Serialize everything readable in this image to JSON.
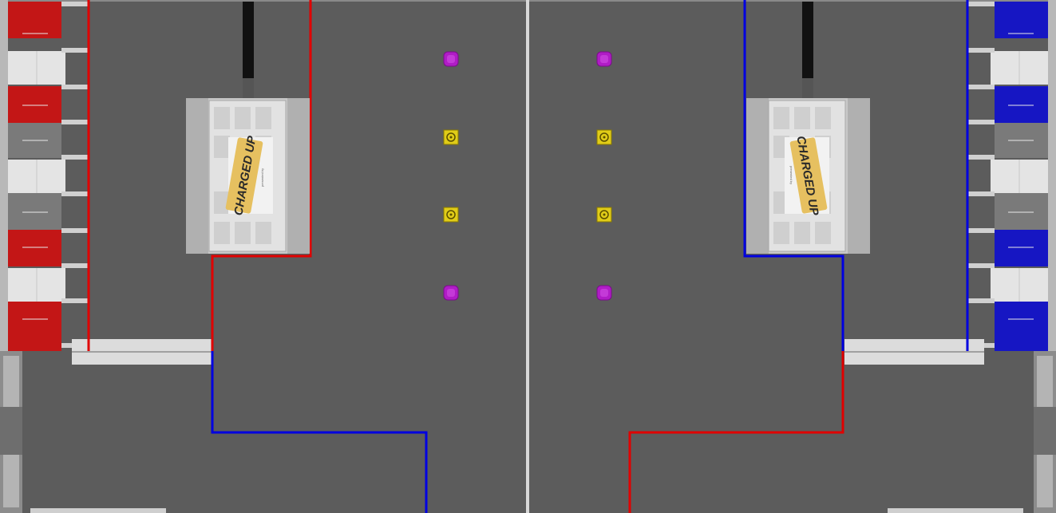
{
  "field": {
    "colors": {
      "carpet": "#5c5c5c",
      "red_alliance": "#c81414",
      "blue_alliance": "#1414c8",
      "red_line": "#e00000",
      "blue_line": "#0000e0",
      "cube": "#b01cc6",
      "cone": "#e0cc18",
      "charge_station": "#d4d4d4",
      "logo_yellow": "#e6c060"
    }
  },
  "charge_stations": [
    {
      "id": "red",
      "logo_text": "CHARGED UP",
      "tagline": "presented by"
    },
    {
      "id": "blue",
      "logo_text": "CHARGED UP",
      "tagline": "presented by"
    }
  ],
  "game_pieces": {
    "cube_icon": "cube-icon",
    "cone_icon": "cone-icon",
    "left_column": [
      "cube",
      "cone",
      "cone",
      "cube"
    ],
    "right_column": [
      "cube",
      "cone",
      "cone",
      "cube"
    ]
  },
  "grids": {
    "red_node_rows": [
      "red",
      "white",
      "red",
      "gray",
      "white",
      "gray",
      "red",
      "white",
      "red"
    ],
    "blue_node_rows": [
      "blue",
      "white",
      "blue",
      "gray",
      "white",
      "gray",
      "blue",
      "white",
      "blue"
    ]
  }
}
